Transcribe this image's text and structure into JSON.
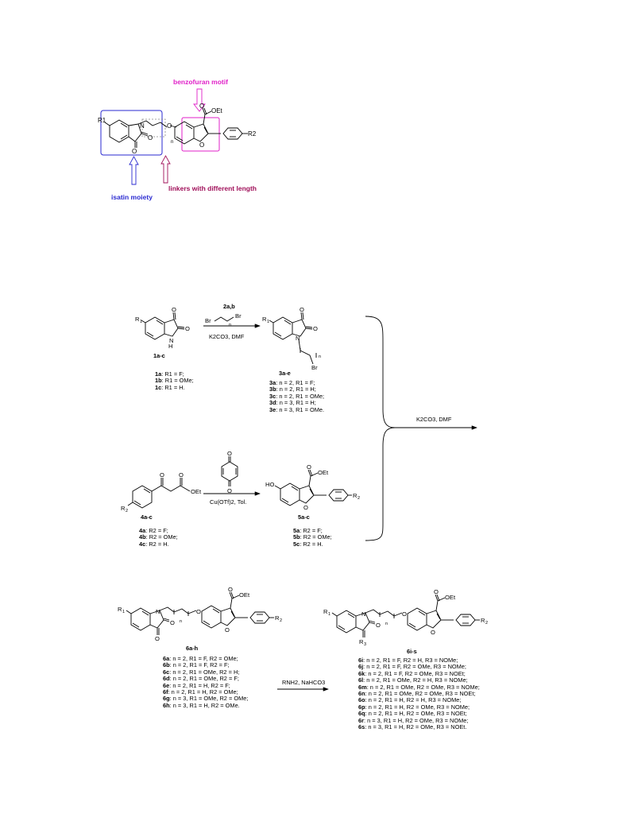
{
  "colors": {
    "benzofuran": "#e020c8",
    "isatin": "#2a2ad0",
    "linker": "#a0105a"
  },
  "figure1": {
    "benzofuran_label": "benzofuran motif",
    "linker_label": "linkers with different length",
    "isatin_label": "isatin moiety",
    "r1": "R1",
    "r2": "R2",
    "n": "n",
    "ester": "OEt",
    "o1": "O",
    "o2": "O",
    "o3": "O",
    "o4": "O",
    "o5": "O",
    "nitrogen": "N"
  },
  "scheme": {
    "step1": {
      "reagent_bold": "2a,b",
      "conditions": "K2CO3, DMF",
      "sm_label": "1a-c",
      "product_label": "3a-e",
      "sm_items": [
        {
          "id": "1a",
          "text": ": R1 = F;"
        },
        {
          "id": "1b",
          "text": ": R1 = OMe;"
        },
        {
          "id": "1c",
          "text": ": R1 = H."
        }
      ],
      "product_items": [
        {
          "id": "3a",
          "text": ": n = 2, R1 = F;"
        },
        {
          "id": "3b",
          "text": ": n = 2, R1 = H;"
        },
        {
          "id": "3c",
          "text": ": n = 2, R1 = OMe;"
        },
        {
          "id": "3d",
          "text": ": n = 3, R1 = H;"
        },
        {
          "id": "3e",
          "text": ": n = 3, R1 = OMe."
        }
      ]
    },
    "step2": {
      "conditions": "Cu(OTf)2, Tol.",
      "sm_label": "4a-c",
      "product_label": "5a-c",
      "sm_items": [
        {
          "id": "4a",
          "text": ": R2 = F;"
        },
        {
          "id": "4b",
          "text": ": R2 = OMe;"
        },
        {
          "id": "4c",
          "text": ": R2 = H."
        }
      ],
      "product_items": [
        {
          "id": "5a",
          "text": ": R2 = F;"
        },
        {
          "id": "5b",
          "text": ": R2 = OMe;"
        },
        {
          "id": "5c",
          "text": ": R2 = H."
        }
      ]
    },
    "coupling_conditions": "K2CO3, DMF",
    "step3": {
      "conditions": "RNH2, NaHCO3",
      "sm_label": "6a-h",
      "product_label": "6i-s",
      "sm_items": [
        {
          "id": "6a",
          "text": ": n = 2, R1 = F, R2 = OMe;"
        },
        {
          "id": "6b",
          "text": ": n = 2, R1 = F, R2 = F;"
        },
        {
          "id": "6c",
          "text": ": n = 2, R1 = OMe, R2 = H;"
        },
        {
          "id": "6d",
          "text": ": n = 2, R1 = OMe, R2 = F;"
        },
        {
          "id": "6e",
          "text": ": n = 2, R1 = H, R2 = F;"
        },
        {
          "id": "6f",
          "text": ": n = 2, R1 = H, R2 = OMe;"
        },
        {
          "id": "6g",
          "text": ": n = 3, R1 = OMe, R2 = OMe;"
        },
        {
          "id": "6h",
          "text": ": n = 3, R1 = H, R2 = OMe."
        }
      ],
      "product_items": [
        {
          "id": "6i",
          "text": ": n = 2, R1 = F, R2 = H, R3 = NOMe;"
        },
        {
          "id": "6j",
          "text": ": n = 2, R1 = F, R2 = OMe, R3 = NOMe;"
        },
        {
          "id": "6k",
          "text": ": n = 2, R1 = F, R2 = OMe, R3 = NOEt;"
        },
        {
          "id": "6l",
          "text": ": n = 2, R1 = OMe, R2 = H, R3 = NOMe;"
        },
        {
          "id": "6m",
          "text": ": n = 2, R1 = OMe, R2 = OMe, R3 = NOMe;"
        },
        {
          "id": "6n",
          "text": ": n = 2, R1 = OMe, R2 = OMe, R3 = NOEt;"
        },
        {
          "id": "6o",
          "text": ": n = 2, R1 = H, R2 = H, R3 = NOMe;"
        },
        {
          "id": "6p",
          "text": ": n = 2, R1 = H, R2 = OMe, R3 = NOMe;"
        },
        {
          "id": "6q",
          "text": ": n = 2, R1 = H, R2 = OMe, R3 = NOEt;"
        },
        {
          "id": "6r",
          "text": ": n = 3, R1 = H, R2 = OMe, R3 = NOMe;"
        },
        {
          "id": "6s",
          "text": ": n = 3, R1 = H, R2 = OMe, R3 = NOEt."
        }
      ]
    }
  }
}
